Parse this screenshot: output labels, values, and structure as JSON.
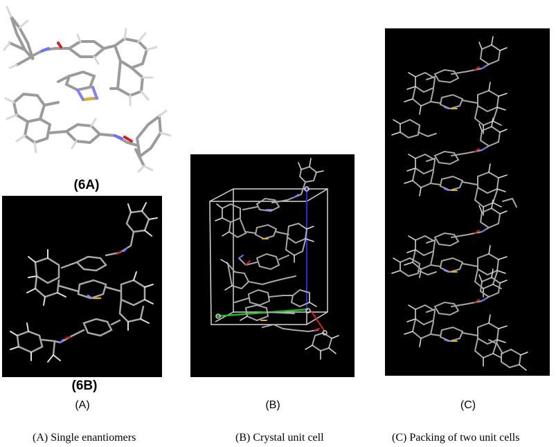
{
  "figure": {
    "panel_6a": {
      "label": "(6A)"
    },
    "panel_6b": {
      "label": "(6B)",
      "sub": "(A)"
    },
    "panel_b": {
      "sub": "(B)"
    },
    "panel_c": {
      "sub": "(C)"
    },
    "captions": [
      "(A) Single enantiomers",
      "(B) Crystal unit cell",
      "(C) Packing of two unit cells"
    ],
    "colors": {
      "bond": "#a9a9a9",
      "hydrogen": "#dcdcdc",
      "nitrogen": "#7f7fff",
      "oxygen": "#d22a2a",
      "sulfur": "#e0b020",
      "axis_a": "#e02020",
      "axis_b": "#20c020",
      "axis_c": "#2030e0",
      "cell": "#d8d8d8",
      "panel_bg": "#000000"
    }
  }
}
